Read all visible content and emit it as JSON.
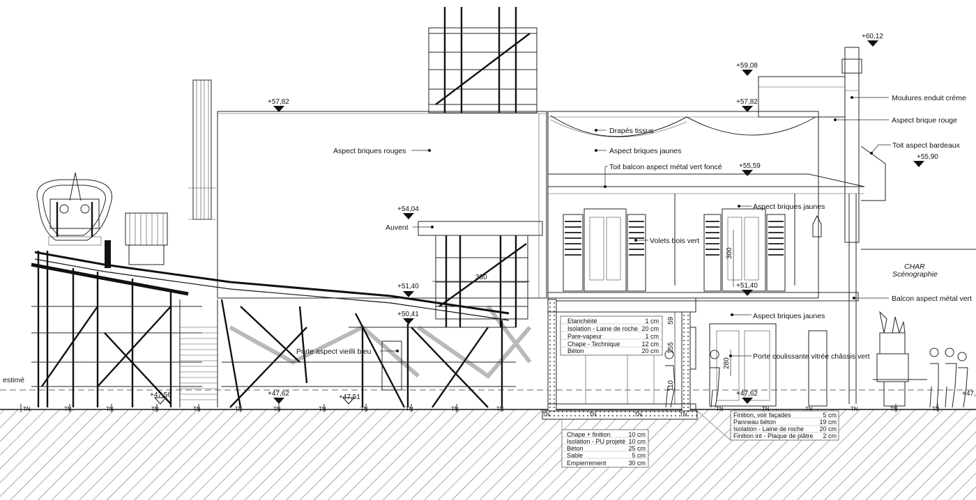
{
  "labels": {
    "estime": "estimé",
    "aspect_briques_rouges": "Aspect briques rouges",
    "auvent": "Auvent",
    "porte_bleu": "Porte aspect vieilli bleu",
    "drapes": "Drapés tissus",
    "briques_jaunes_1": "Aspect briques jaunes",
    "toit_balcon": "Toit balcon aspect métal vert foncé",
    "briques_jaunes_2": "Aspect briques jaunes",
    "volets": "Volets bois vert",
    "briques_jaunes_3": "Aspect briques jaunes",
    "porte_coulissante": "Porte coulissante vitrée châssis vert",
    "moulures": "Moulures enduit crème",
    "brique_rouge": "Aspect brique rouge",
    "toit_bardeaux": "Toit aspect bardeaux",
    "balcon_metal": "Balcon aspect métal vert",
    "char_title": "CHAR",
    "char_sub": "Scénographie"
  },
  "levels": {
    "l5782a": "+57,82",
    "l5404": "+54,04",
    "l5140a": "+51,40",
    "l5041": "+50,41",
    "l4756": "+47,56",
    "l4762a": "+47,62",
    "l4751": "+47,51",
    "l5908": "+59,08",
    "l5782b": "+57,82",
    "l5559": "+55,59",
    "l5140b": "+51,40",
    "l4762b": "+47,62",
    "l6012": "+60,12",
    "l5590": "+55,90",
    "l47edge": "+47,"
  },
  "dims": {
    "d330": "330",
    "d300": "300",
    "d59": "59",
    "d155": "155",
    "d110": "110",
    "d280": "280"
  },
  "tn": "TN",
  "roof_layers": [
    {
      "name": "Etanchéité",
      "value": "1 cm"
    },
    {
      "name": "Isolation - Laine de roche",
      "value": "20 cm"
    },
    {
      "name": "Pare-vapeur",
      "value": "1 cm"
    },
    {
      "name": "Chape - Technique",
      "value": "12 cm"
    },
    {
      "name": "Béton",
      "value": "20 cm"
    }
  ],
  "floor_layers": [
    {
      "name": "Chape + finition",
      "value": "10 cm"
    },
    {
      "name": "Isolation - PU projeté",
      "value": "10 cm"
    },
    {
      "name": "Béton",
      "value": "25 cm"
    },
    {
      "name": "Sable",
      "value": "5 cm"
    },
    {
      "name": "Empierrement",
      "value": "30 cm"
    }
  ],
  "wall_layers": [
    {
      "name": "Finition, voir façades",
      "value": "5 cm"
    },
    {
      "name": "Panneau béton",
      "value": "19 cm"
    },
    {
      "name": "Isolation - Laine de roche",
      "value": "20 cm"
    },
    {
      "name": "Finition int - Plaque de plâtre",
      "value": "2 cm"
    }
  ]
}
